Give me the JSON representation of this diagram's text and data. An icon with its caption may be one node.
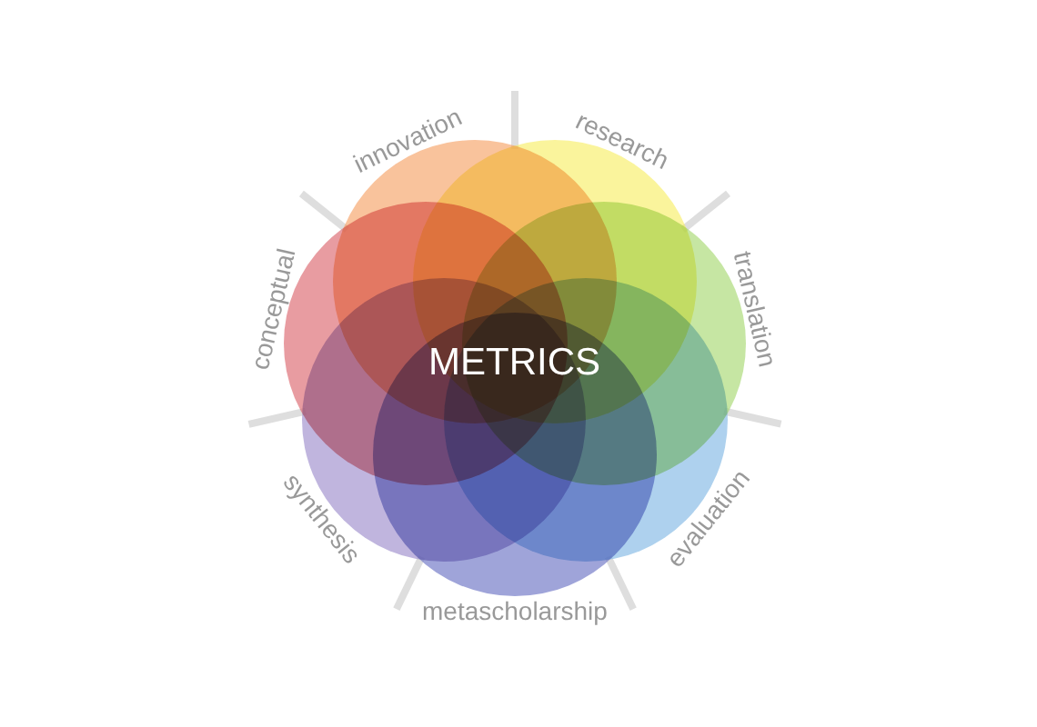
{
  "diagram": {
    "nodes": [
      {
        "text": [
          "innovation"
        ]
      },
      {
        "text": [
          "research"
        ]
      },
      {
        "text": [
          "translation"
        ]
      },
      {
        "text": [
          "evaluation"
        ]
      },
      {
        "text": [
          "metascholarship"
        ]
      },
      {
        "text": [
          "synthesis"
        ]
      },
      {
        "text": [
          "conceptual"
        ]
      }
    ],
    "edges": [],
    "labels": [
      "METRICS"
    ]
  }
}
